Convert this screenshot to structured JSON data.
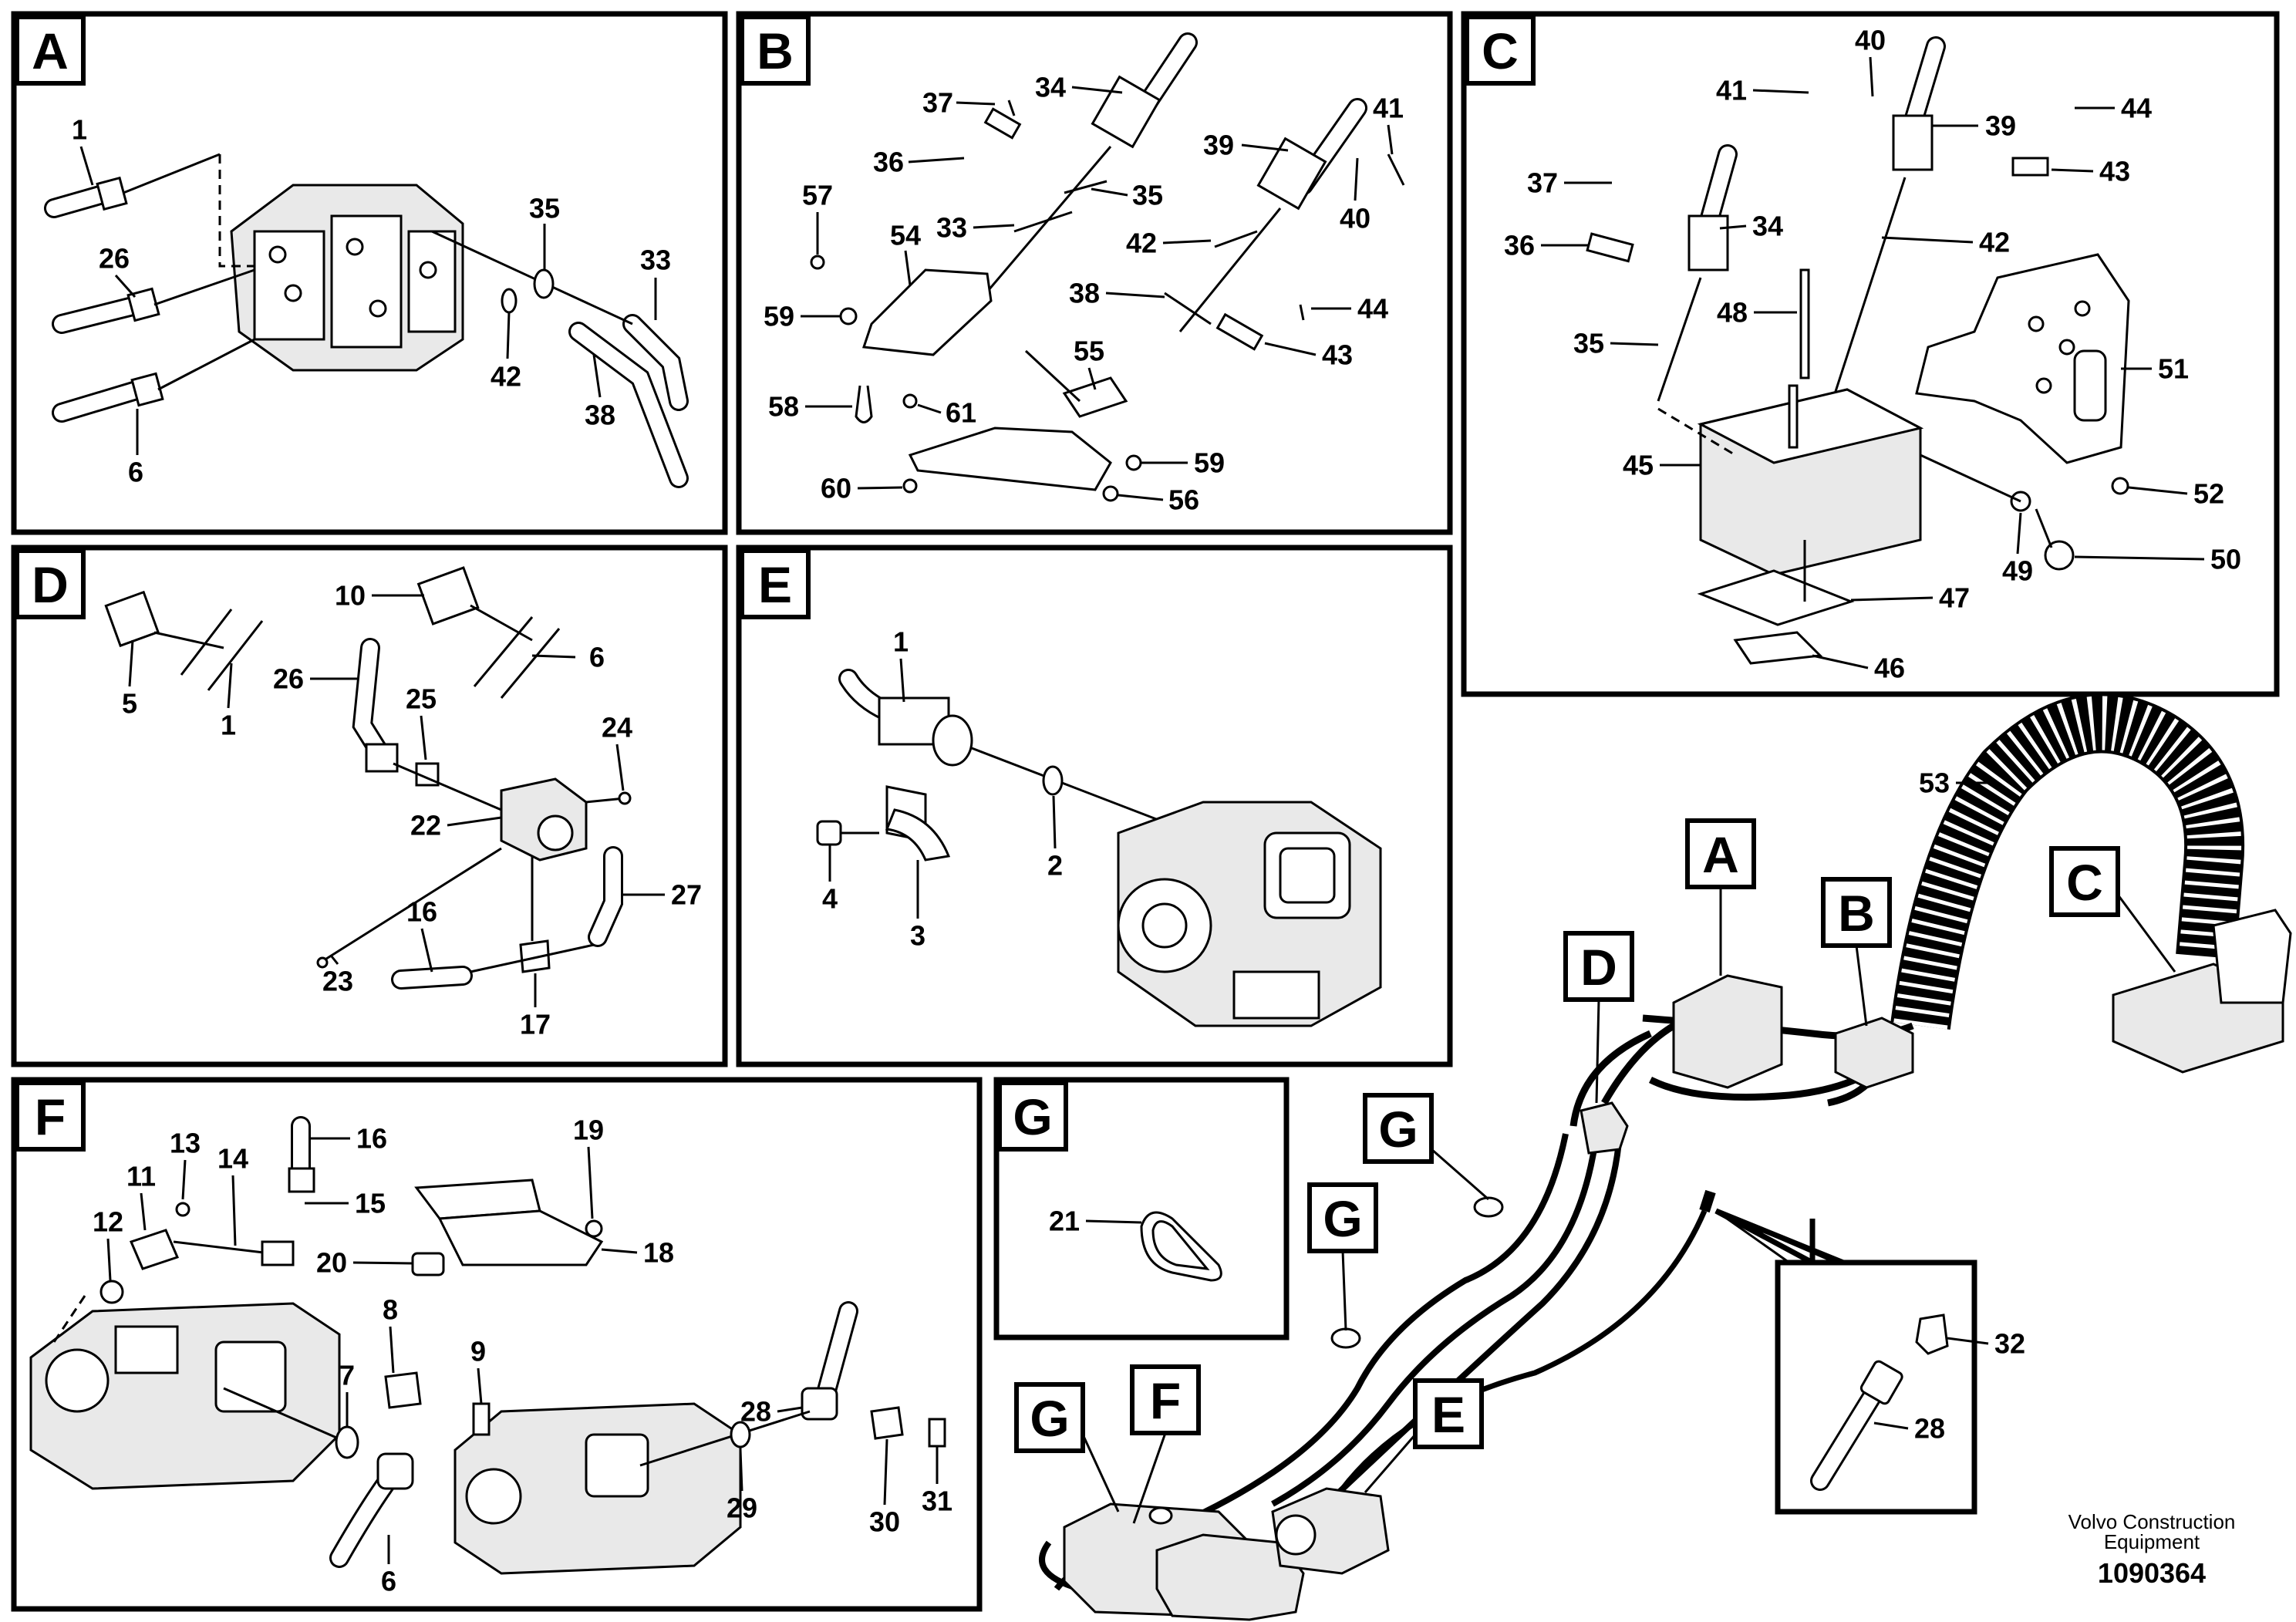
{
  "panels": {
    "A": {
      "tag": "A",
      "labels": [
        "1",
        "26",
        "6",
        "35",
        "42",
        "33",
        "38"
      ]
    },
    "B": {
      "tag": "B",
      "labels": [
        "37",
        "34",
        "36",
        "35",
        "33",
        "57",
        "54",
        "59",
        "58",
        "61",
        "60",
        "55",
        "56",
        "59",
        "39",
        "42",
        "41",
        "40",
        "38",
        "44",
        "43"
      ]
    },
    "C": {
      "tag": "C",
      "labels": [
        "40",
        "41",
        "39",
        "44",
        "43",
        "37",
        "34",
        "36",
        "42",
        "48",
        "35",
        "51",
        "45",
        "52",
        "49",
        "50",
        "47",
        "46"
      ]
    },
    "D": {
      "tag": "D",
      "labels": [
        "10",
        "5",
        "1",
        "6",
        "26",
        "25",
        "24",
        "22",
        "27",
        "16",
        "23",
        "17"
      ]
    },
    "E": {
      "tag": "E",
      "labels": [
        "1",
        "4",
        "3",
        "2"
      ]
    },
    "F": {
      "tag": "F",
      "labels": [
        "13",
        "14",
        "16",
        "15",
        "19",
        "11",
        "12",
        "20",
        "18",
        "8",
        "9",
        "7",
        "28",
        "6",
        "29",
        "30",
        "31"
      ]
    },
    "G": {
      "tag": "G",
      "labels": [
        "21"
      ]
    }
  },
  "overview": {
    "tags": [
      "A",
      "B",
      "C",
      "D",
      "G",
      "G",
      "F",
      "G",
      "E"
    ],
    "labels": [
      "53",
      "32",
      "28"
    ]
  },
  "footer": {
    "brand_line1": "Volvo Construction",
    "brand_line2": "Equipment",
    "doc_number": "1090364"
  }
}
